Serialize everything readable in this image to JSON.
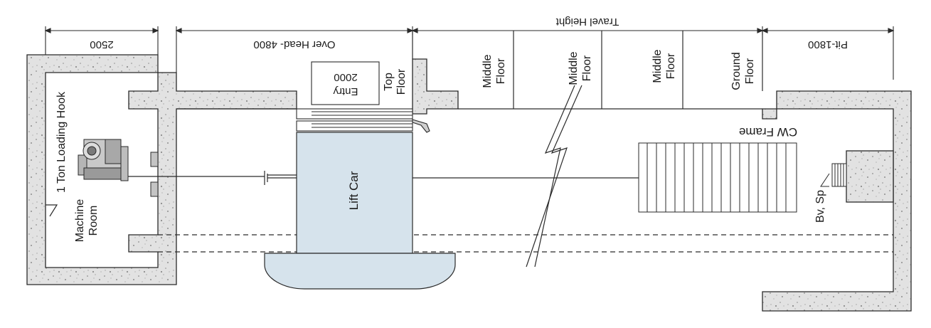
{
  "dimensions": {
    "machine_room_width": "2500",
    "over_head": "Over Head- 4800",
    "travel_height": "Travel Height",
    "pit": "Pit-1800"
  },
  "labels": {
    "loading_hook": "1 Ton Loading Hook",
    "machine_room_line1": "Machine",
    "machine_room_line2": "Room",
    "entry_line1": "Entry",
    "entry_line2": "2000",
    "top_floor_line1": "Top",
    "top_floor_line2": "Floor",
    "middle_floor_1_line1": "Middle",
    "middle_floor_1_line2": "Floor",
    "middle_floor_2_line1": "Middle",
    "middle_floor_2_line2": "Floor",
    "middle_floor_3_line1": "Middle",
    "middle_floor_3_line2": "Floor",
    "ground_floor_line1": "Ground",
    "ground_floor_line2": "Floor",
    "lift_car": "Lift Car",
    "cw_frame": "CW Frame",
    "buffer": "Bv, Sp"
  },
  "colors": {
    "concrete": "#e2e2e2",
    "concrete_speckle": "#9a9a9a",
    "car_fill": "#d6e3ec",
    "outline": "#2a2a2a"
  }
}
